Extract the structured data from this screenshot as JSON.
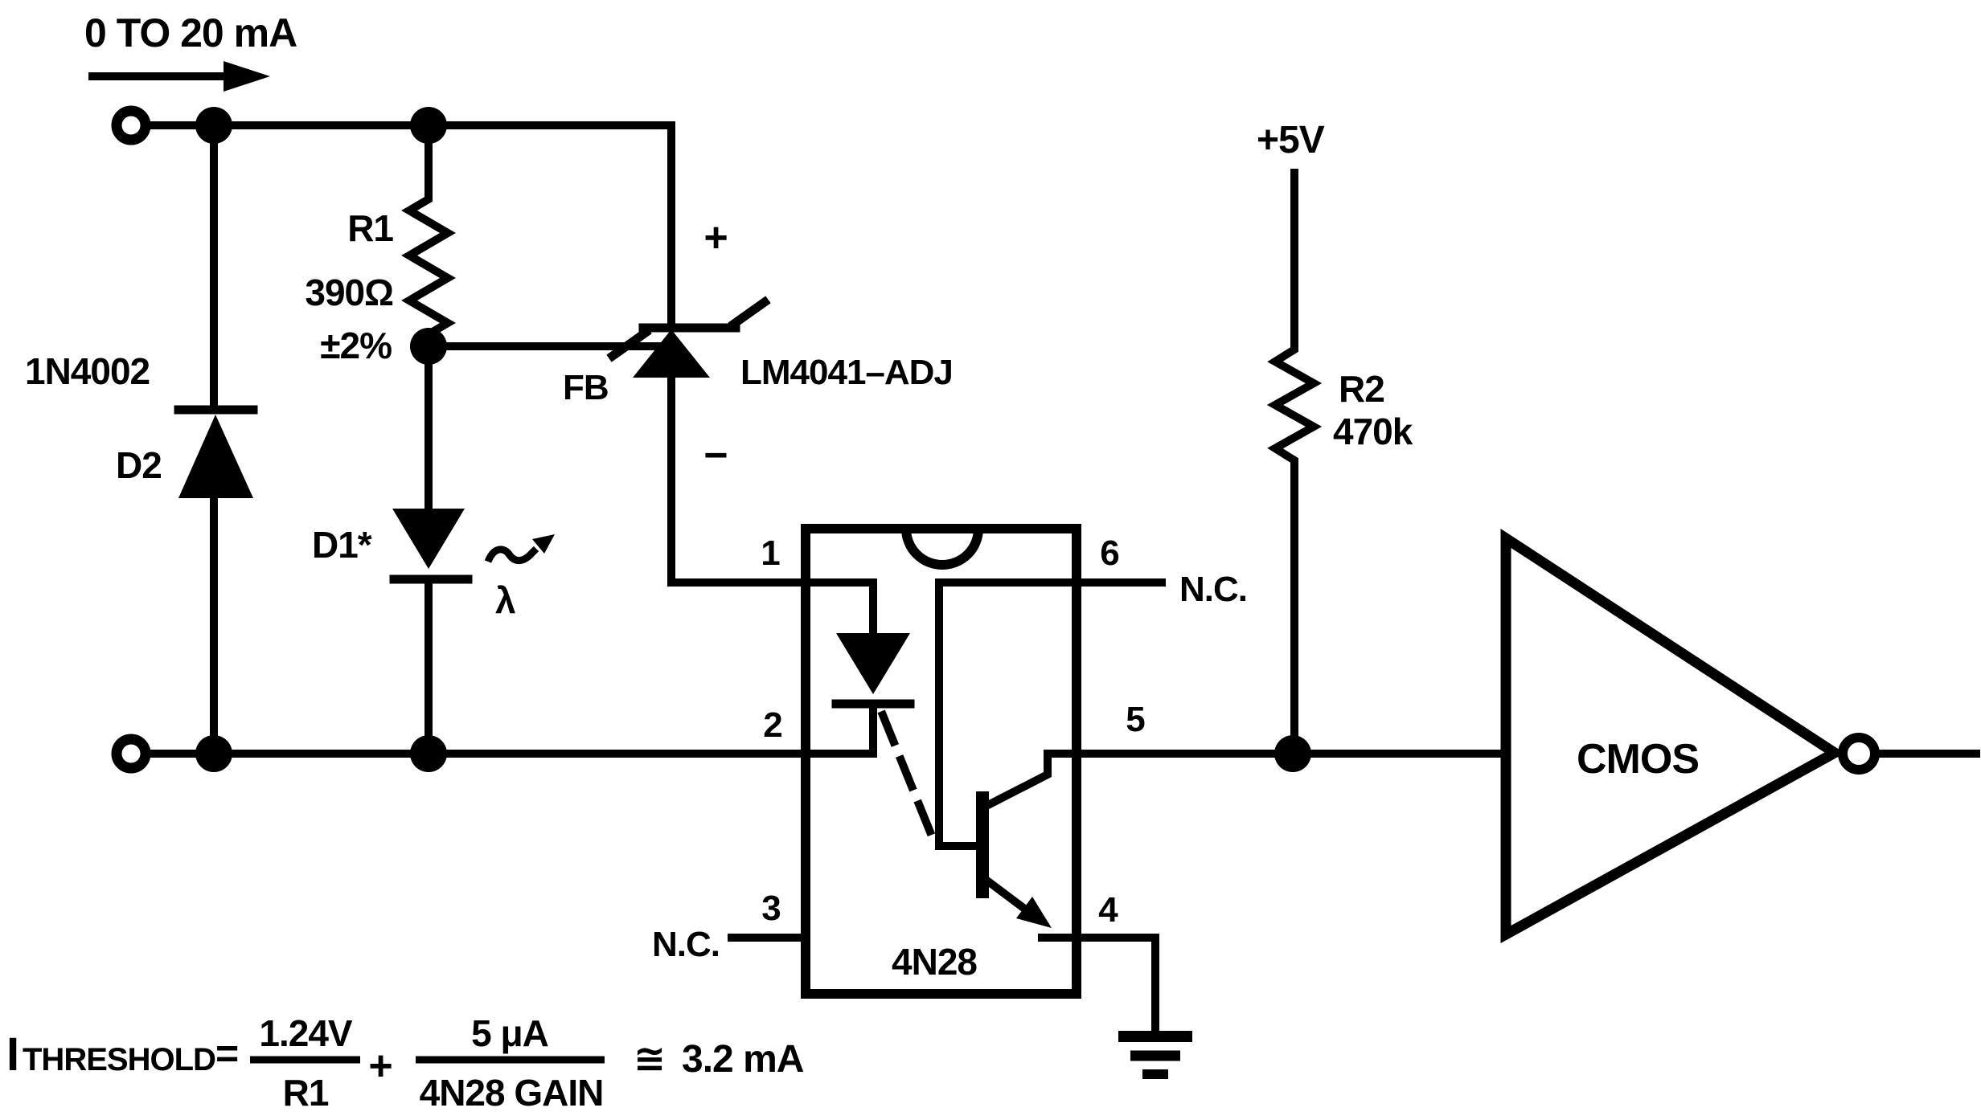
{
  "title": "Current threshold detector schematic (0-20 mA loop receiver)",
  "colors": {
    "ink": "#000000",
    "background": "#ffffff"
  },
  "labels": {
    "input_current": "0 TO 20 mA",
    "d2_part": "1N4002",
    "d2_ref": "D2",
    "r1_ref": "R1",
    "r1_value": "390Ω",
    "r1_tolerance": "±2%",
    "fb_pin": "FB",
    "plus_terminal": "+",
    "minus_terminal": "−",
    "vref_part": "LM4041–ADJ",
    "d1_ref": "D1*",
    "lambda": "λ",
    "opto_part": "4N28",
    "pin1": "1",
    "pin2": "2",
    "pin3": "3",
    "pin4": "4",
    "pin5": "5",
    "pin6": "6",
    "nc_pin6": "N.C.",
    "nc_pin3": "N.C.",
    "supply": "+5V",
    "r2_ref": "R2",
    "r2_value": "470k",
    "gate": "CMOS"
  },
  "formula": {
    "lhs_symbol": "I",
    "lhs_subscript": "THRESHOLD",
    "equals": "=",
    "frac1_numerator": "1.24V",
    "frac1_denominator": "R1",
    "plus": "+",
    "frac2_numerator": "5 μA",
    "frac2_denominator": "4N28 GAIN",
    "approx": "≅",
    "result": "3.2 mA"
  }
}
